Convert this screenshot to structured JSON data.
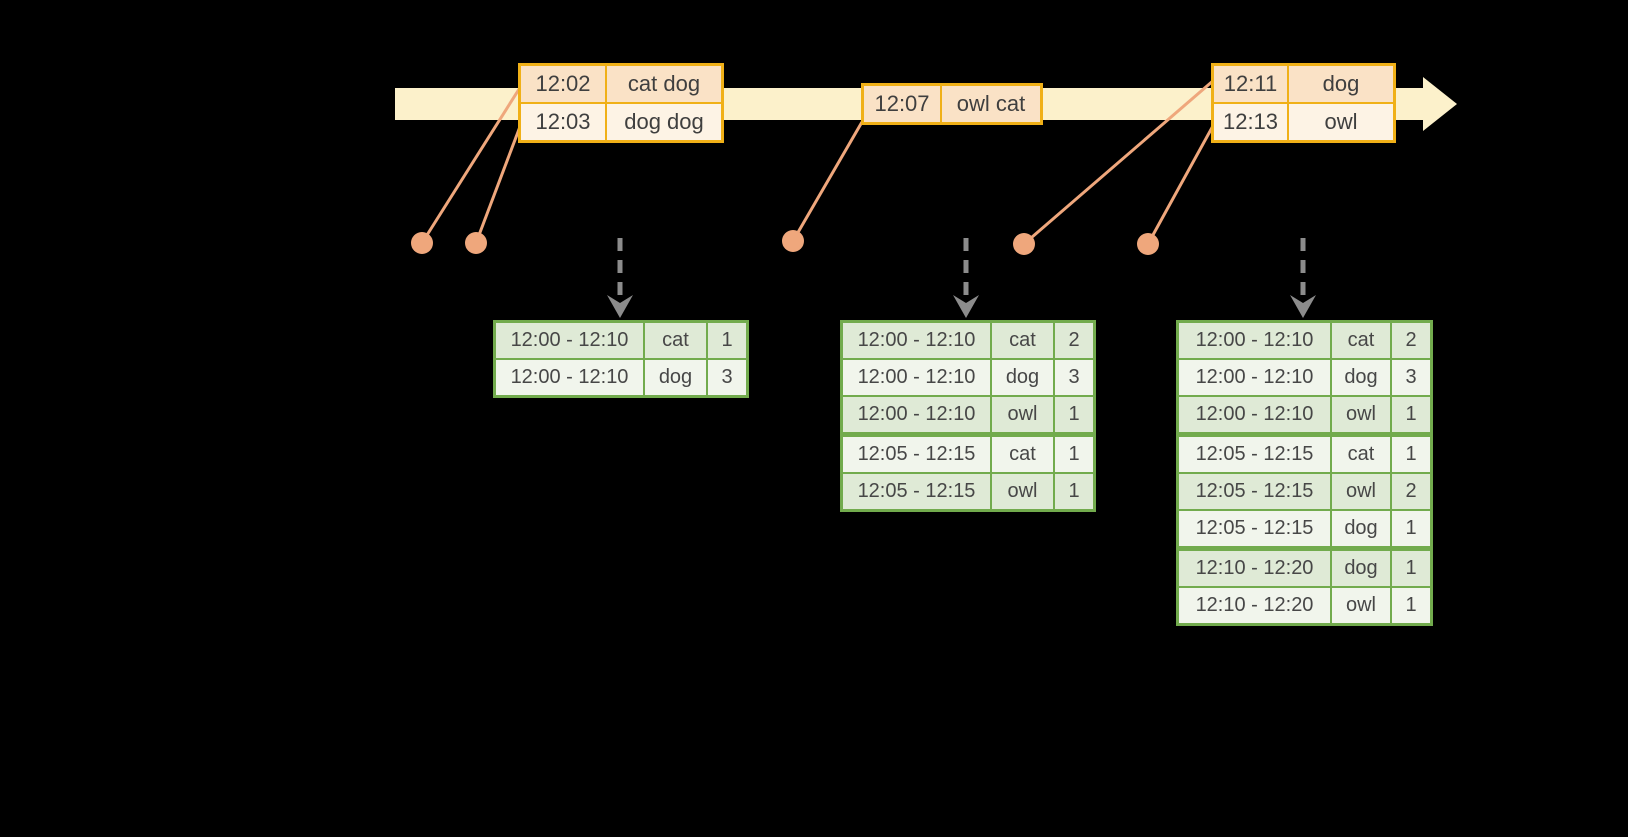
{
  "colors": {
    "background": "#000000",
    "timeline_fill": "#FCF1CB",
    "event_table_border": "#F0B017",
    "event_row_dark": "#FAE2C6",
    "event_row_light": "#FDF3E5",
    "connector_and_dot": "#EFA77C",
    "trigger_arrow": "#8C8C8C",
    "result_table_border": "#72AB4D",
    "result_row_dark": "#DFEAD6",
    "result_row_light": "#F1F5EC",
    "table_text": "#3F3F3F"
  },
  "event_tables": [
    {
      "rows": [
        {
          "time": "12:02",
          "words": "cat dog"
        },
        {
          "time": "12:03",
          "words": "dog dog"
        }
      ]
    },
    {
      "rows": [
        {
          "time": "12:07",
          "words": "owl cat"
        }
      ]
    },
    {
      "rows": [
        {
          "time": "12:11",
          "words": "dog"
        },
        {
          "time": "12:13",
          "words": "owl"
        }
      ]
    }
  ],
  "result_tables": [
    {
      "rows": [
        {
          "window": "12:00 - 12:10",
          "word": "cat",
          "count": "1"
        },
        {
          "window": "12:00 - 12:10",
          "word": "dog",
          "count": "3"
        }
      ]
    },
    {
      "rows": [
        {
          "window": "12:00 - 12:10",
          "word": "cat",
          "count": "2"
        },
        {
          "window": "12:00 - 12:10",
          "word": "dog",
          "count": "3"
        },
        {
          "window": "12:00 - 12:10",
          "word": "owl",
          "count": "1"
        },
        {
          "window": "12:05 - 12:15",
          "word": "cat",
          "count": "1"
        },
        {
          "window": "12:05 - 12:15",
          "word": "owl",
          "count": "1"
        }
      ]
    },
    {
      "rows": [
        {
          "window": "12:00 - 12:10",
          "word": "cat",
          "count": "2"
        },
        {
          "window": "12:00 - 12:10",
          "word": "dog",
          "count": "3"
        },
        {
          "window": "12:00 - 12:10",
          "word": "owl",
          "count": "1"
        },
        {
          "window": "12:05 - 12:15",
          "word": "cat",
          "count": "1"
        },
        {
          "window": "12:05 - 12:15",
          "word": "owl",
          "count": "2"
        },
        {
          "window": "12:05 - 12:15",
          "word": "dog",
          "count": "1"
        },
        {
          "window": "12:10 - 12:20",
          "word": "dog",
          "count": "1"
        },
        {
          "window": "12:10 - 12:20",
          "word": "owl",
          "count": "1"
        }
      ]
    }
  ]
}
